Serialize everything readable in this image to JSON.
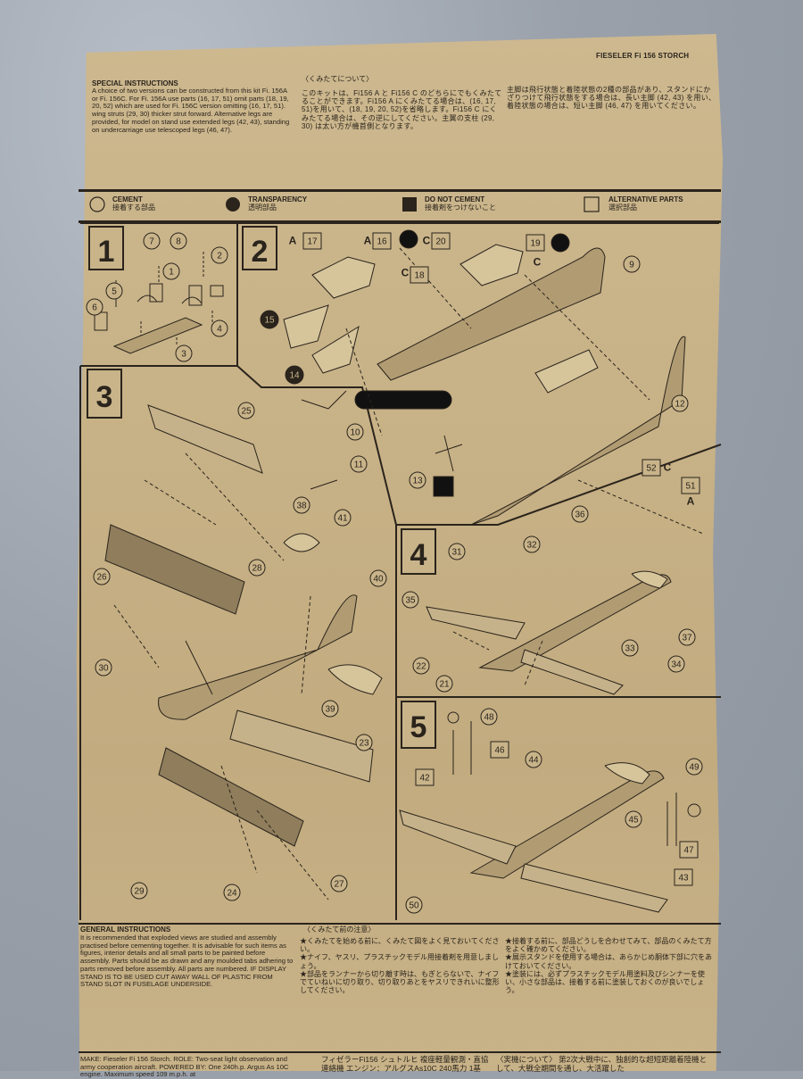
{
  "header": {
    "title": "FIESELER Fi 156 STORCH"
  },
  "special_instructions": {
    "heading": "SPECIAL INSTRUCTIONS",
    "body": "A choice of two versions can be constructed from this kit Fi. 156A or Fi. 156C. For Fi. 156A use parts (16, 17, 51) omit parts (18, 19, 20, 52) which are used for Fi. 156C version omitting (16, 17, 51). wing struts (29, 30) thicker strut forward. Alternative legs are provided, for model on stand use extended legs (42, 43), standing on undercarriage use telescoped legs (46, 47)."
  },
  "jp_intro": {
    "heading": "〈くみたてについて〉",
    "body": "このキットは、Fi156 A と Fi156 C のどちらにでもくみたてることができます。Fi156 A にくみたてる場合は、(16, 17, 51)を用いて、(18, 19, 20, 52)を省略します。Fi156 C にくみたてる場合は、その逆にしてください。主翼の支柱 (29, 30) は太い方が機首側となります。",
    "body2": "主脚は飛行状態と着陸状態の2種の部品があり、スタンドにかざりつけて飛行状態をする場合は、長い主脚 (42, 43) を用い、着陸状態の場合は、短い主脚 (46, 47) を用いてください。"
  },
  "legend": [
    {
      "en": "CEMENT",
      "jp": "接着する部品",
      "symbol": "open-circle"
    },
    {
      "en": "TRANSPARENCY",
      "jp": "透明部品",
      "symbol": "filled-circle"
    },
    {
      "en": "DO NOT CEMENT",
      "jp": "接着剤をつけないこと",
      "symbol": "filled-square"
    },
    {
      "en": "ALTERNATIVE PARTS",
      "jp": "選択部品",
      "symbol": "open-square"
    }
  ],
  "steps": [
    "1",
    "2",
    "3",
    "4",
    "5"
  ],
  "part_labels": {
    "step1": [
      "7",
      "8",
      "2",
      "1",
      "5",
      "6",
      "3",
      "4"
    ],
    "step2": [
      "A",
      "17",
      "A",
      "16",
      "C",
      "20",
      "19",
      "C",
      "C",
      "18",
      "9",
      "15",
      "14",
      "10",
      "11",
      "12",
      "13"
    ],
    "step3": [
      "25",
      "38",
      "41",
      "26",
      "28",
      "40",
      "35",
      "30",
      "39",
      "23",
      "29",
      "24",
      "27"
    ],
    "step4": [
      "52",
      "C",
      "51",
      "A",
      "36",
      "31",
      "32",
      "37",
      "22",
      "33",
      "21",
      "34"
    ],
    "step5": [
      "48",
      "46",
      "44",
      "42",
      "49",
      "45",
      "47",
      "43",
      "50"
    ]
  },
  "general_instructions": {
    "heading": "GENERAL INSTRUCTIONS",
    "body": "It is recommended that exploded views are studied and assembly practised before cementing together. It is advisable for such items as figures, interior details and all small parts to be painted before assembly. Parts should be as drawn and any moulded tabs adhering to parts removed before assembly. All parts are numbered. IF DISPLAY STAND IS TO BE USED CUT AWAY WALL OF PLASTIC FROM STAND SLOT IN FUSELAGE UNDERSIDE."
  },
  "jp_notes": {
    "heading": "〈くみたて前の注意〉",
    "items_left": [
      "★くみたてを始める前に、くみたて図をよく見ておいてください。",
      "★ナイフ、ヤスリ、プラスチックモデル用接着剤を用意しましょう。",
      "★部品をランナーから切り離す時は、もぎとらないで、ナイフでていねいに切り取り、切り取りあとをヤスリできれいに整形してください。"
    ],
    "items_right": [
      "★接着する前に、部品どうしを合わせてみて、部品のくみたて方をよく確かめてください。",
      "★展示スタンドを使用する場合は、あらかじめ胴体下部に穴をあけておいてください。",
      "★塗装には、必ずプラスチックモデル用塗料及びシンナーを使い、小さな部品は、接着する前に塗装しておくのが良いでしょう。"
    ]
  },
  "make": {
    "text": "MAKE: Fieseler Fi 156 Storch. ROLE: Two-seat light observation and army cooperation aircraft. POWERED BY: One 240h.p. Argus As 10C engine. Maximum speed 109 m.p.h. at"
  },
  "jp_bottom": {
    "center": "フィゼラーFi156 シュトルヒ 複座軽量観測・直協連絡機 エンジン：アルグスAs10C 240馬力 1基",
    "right": "〈実機について〉 第2次大戦中に、独創的な超短距離着陸機として、大戦全期間を通し、大活躍した"
  },
  "colors": {
    "paper": "#c7b186",
    "ink": "#2a241c",
    "background": "#9aa1ab"
  }
}
